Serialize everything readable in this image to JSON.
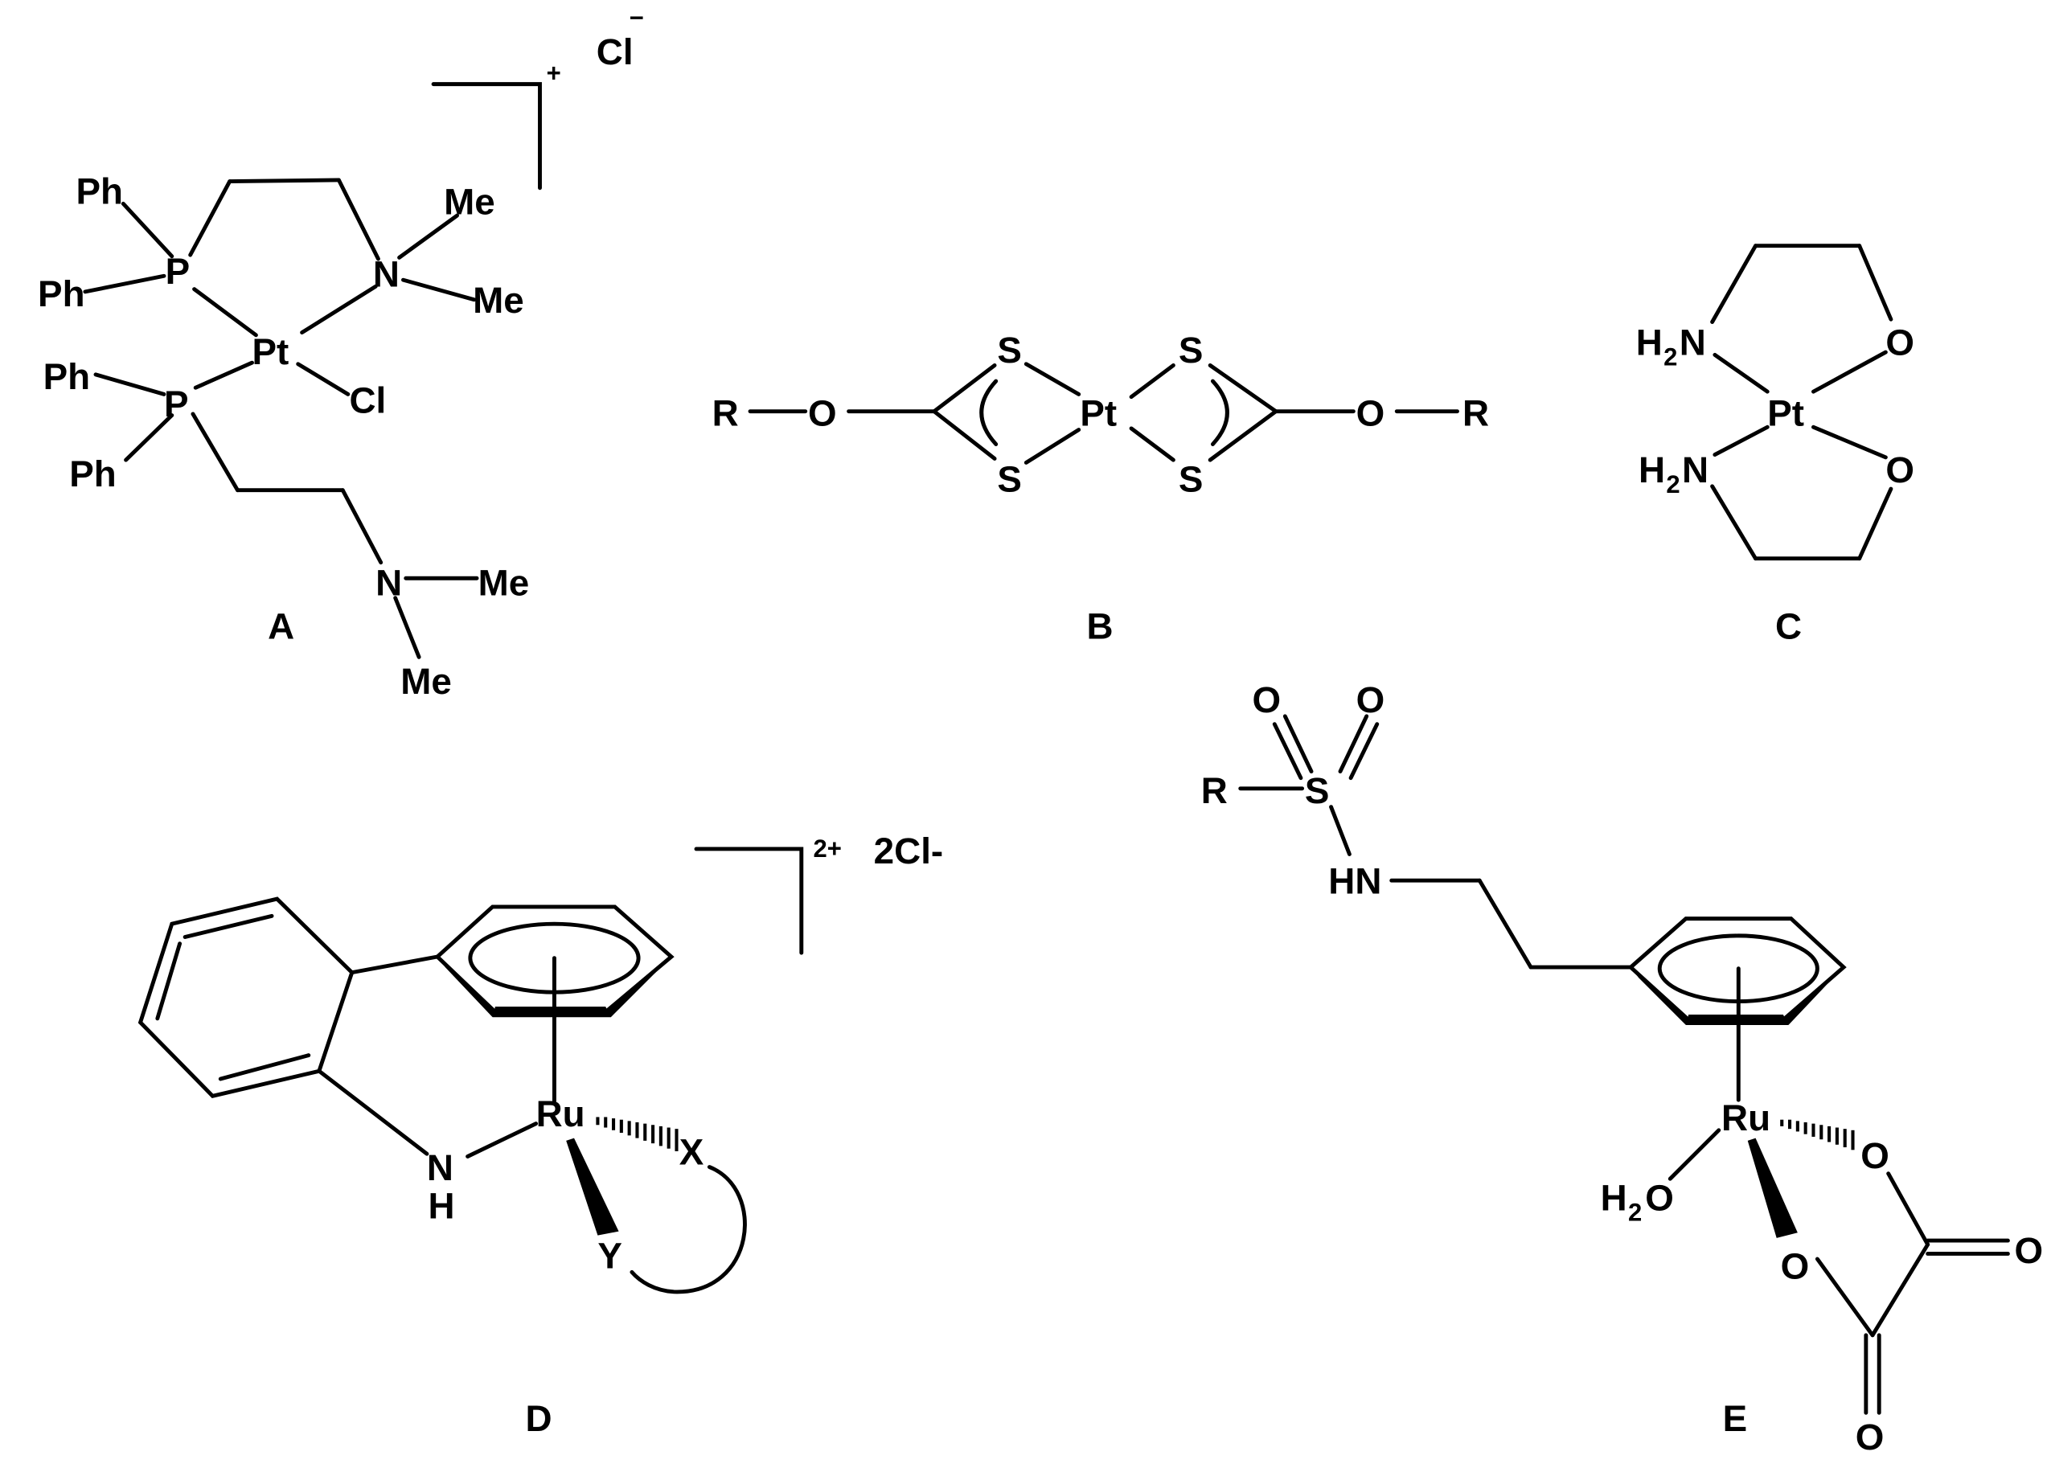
{
  "labels": {
    "A": "A",
    "B": "B",
    "C": "C",
    "D": "D",
    "E": "E"
  },
  "atoms": {
    "Ph": "Ph",
    "P": "P",
    "Pt": "Pt",
    "Cl": "Cl",
    "N": "N",
    "Me": "Me",
    "R": "R",
    "O": "O",
    "S": "S",
    "H": "H",
    "NH_N": "N",
    "NH_H": "H",
    "HN": "HN",
    "Ru": "Ru",
    "X": "X",
    "Y": "Y",
    "H2": "H",
    "sub2": "2"
  },
  "charges": {
    "A_plus": "+",
    "A_counter": "Cl",
    "A_counter_charge": "−",
    "D_charge": "2+",
    "D_counter": "2Cl-"
  },
  "colors": {
    "ink": "#000000",
    "background": "#ffffff"
  }
}
